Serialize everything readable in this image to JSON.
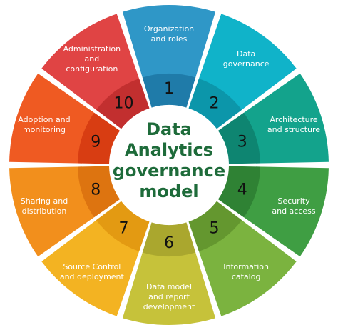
{
  "center_title_lines": [
    "Data",
    "Analytics",
    "governance",
    "model"
  ],
  "segments": [
    {
      "number": "1",
      "label_lines": [
        "Organization",
        "and roles"
      ],
      "color": "#2f97c7",
      "inner_color": "#1f7ba9"
    },
    {
      "number": "2",
      "label_lines": [
        "Data",
        "governance"
      ],
      "color": "#10b3c9",
      "inner_color": "#0c96aa"
    },
    {
      "number": "3",
      "label_lines": [
        "Architecture",
        "and structure"
      ],
      "color": "#13a38c",
      "inner_color": "#0e8571"
    },
    {
      "number": "4",
      "label_lines": [
        "Security",
        "and access"
      ],
      "color": "#3f9e43",
      "inner_color": "#2f8234"
    },
    {
      "number": "5",
      "label_lines": [
        "Information",
        "catalog"
      ],
      "color": "#7bb33f",
      "inner_color": "#64972f"
    },
    {
      "number": "6",
      "label_lines": [
        "Data model",
        "and report",
        "development"
      ],
      "color": "#c6c23a",
      "inner_color": "#aaa72e"
    },
    {
      "number": "7",
      "label_lines": [
        "Source Control",
        "and deployment"
      ],
      "color": "#f3b322",
      "inner_color": "#e39a12"
    },
    {
      "number": "8",
      "label_lines": [
        "Sharing and",
        "distribution"
      ],
      "color": "#f28f1c",
      "inner_color": "#dd7410"
    },
    {
      "number": "9",
      "label_lines": [
        "Adoption and",
        "monitoring"
      ],
      "color": "#ef5a22",
      "inner_color": "#d83d12"
    },
    {
      "number": "10",
      "label_lines": [
        "Administration",
        "and",
        "configuration"
      ],
      "color": "#e04444",
      "inner_color": "#c22f2f"
    }
  ]
}
